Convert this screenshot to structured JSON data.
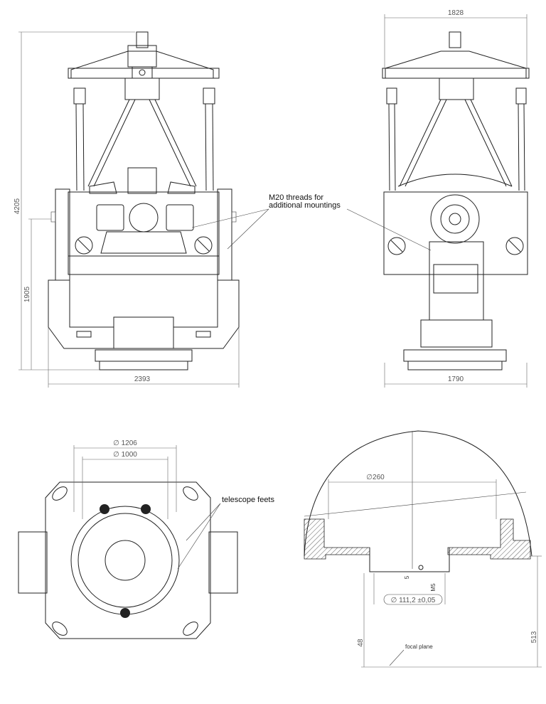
{
  "front_view": {
    "width_dim": "2393",
    "height_total_dim": "4205",
    "height_mid_dim": "1905",
    "note_line1": "M20 threads for",
    "note_line2": "additional mountings"
  },
  "side_view": {
    "top_dim": "1828",
    "bottom_dim": "1790"
  },
  "top_view": {
    "dia_outer": "∅ 1206",
    "dia_inner": "∅ 1000",
    "note": "telescope feets"
  },
  "section_view": {
    "dia_260": "∅260",
    "dia_bore": "∅ 111,2 ±0,05",
    "thread": "M5",
    "small_dim": "5",
    "dim_48": "48",
    "dim_513": "513",
    "focal": "focal plane"
  }
}
